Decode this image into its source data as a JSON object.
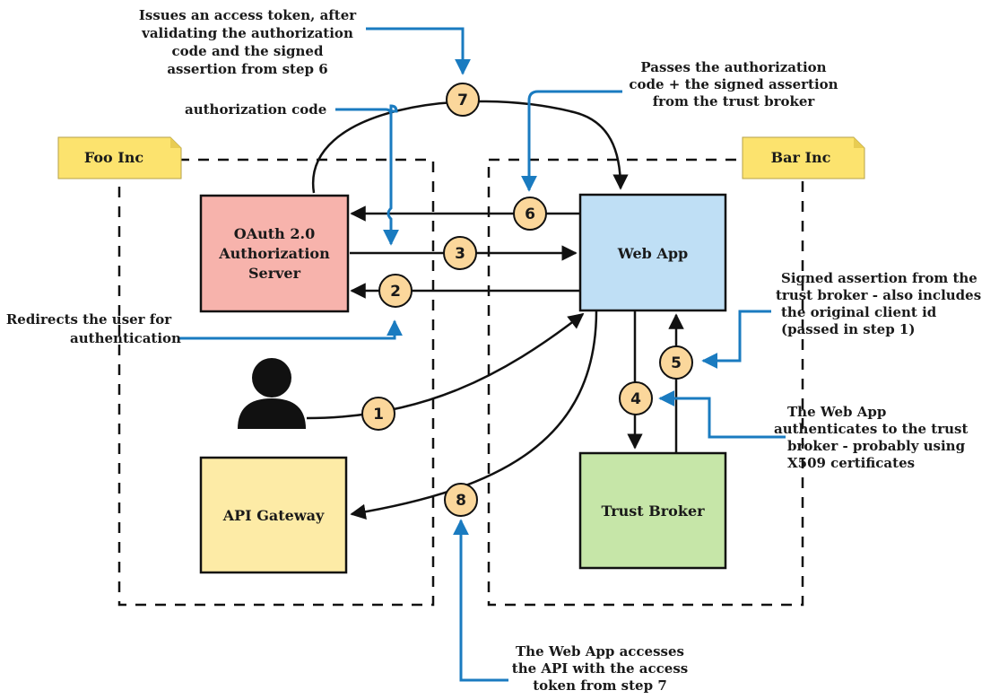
{
  "orgs": {
    "foo": "Foo Inc",
    "bar": "Bar Inc"
  },
  "boxes": {
    "oauth_server": [
      "OAuth 2.0",
      "Authorization",
      "Server"
    ],
    "web_app": "Web App",
    "api_gateway": "API Gateway",
    "trust_broker": "Trust Broker"
  },
  "steps": [
    "1",
    "2",
    "3",
    "4",
    "5",
    "6",
    "7",
    "8"
  ],
  "annotations": {
    "issues_token": [
      "Issues an access token, after",
      "validating the authorization",
      "code and the signed",
      "assertion from step 6"
    ],
    "auth_code": "authorization code",
    "passes_code": [
      "Passes the authorization",
      "code + the signed assertion",
      "from the trust broker"
    ],
    "redirects": [
      "Redirects the user for",
      "authentication"
    ],
    "signed_assertion": [
      "Signed assertion from the",
      "trust broker - also includes",
      "the original client id",
      "(passed in step 1)"
    ],
    "web_app_auth": [
      "The Web App",
      "authenticates to the trust",
      "broker - probably using",
      "X509 certificates"
    ],
    "api_access": [
      "The Web App accesses",
      "the API with the access",
      "token from step 7"
    ]
  },
  "colors": {
    "oauth_fill": "#f7b3ac",
    "web_app_fill": "#bfdff5",
    "api_fill": "#fdeba6",
    "trust_fill": "#c6e6a8",
    "org_tag": "#fce36e",
    "step_circle": "#fbd79b",
    "callout_blue": "#1a7bc0"
  }
}
